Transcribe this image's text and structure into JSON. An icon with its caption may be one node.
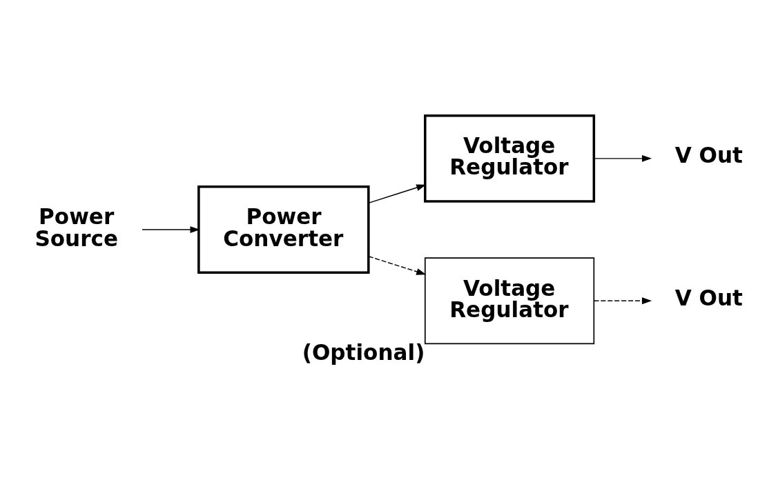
{
  "diagram": {
    "nodes": [
      {
        "text": [
          "Power Converter"
        ]
      },
      {
        "text": [
          "Voltage Regulator"
        ]
      },
      {
        "text": [
          "V Out"
        ]
      },
      {
        "text": [
          "Power Source"
        ]
      },
      {
        "text": [
          "Voltage Regulator"
        ],
        "beside": [
          "(Optional)"
        ]
      },
      {
        "text": [
          "V Out"
        ]
      }
    ],
    "edges": [
      {
        "from": 3,
        "to": 0,
        "arrow": "to"
      },
      {
        "from": 0,
        "to": 1,
        "arrow": "to"
      },
      {
        "from": 1,
        "to": 2,
        "arrow": "to"
      },
      {
        "from": 0,
        "to": 4,
        "arrow": "to",
        "style": "dashed"
      },
      {
        "from": 4,
        "to": 5,
        "arrow": "to",
        "style": "dashed"
      }
    ]
  }
}
